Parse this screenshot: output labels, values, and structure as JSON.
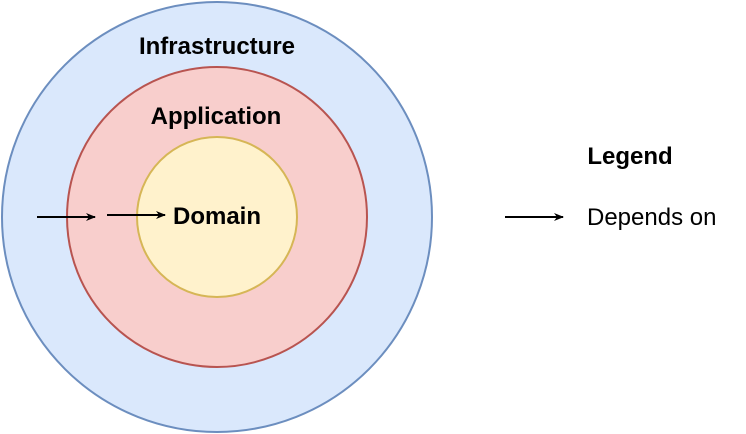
{
  "layers": {
    "infrastructure": {
      "label": "Infrastructure",
      "fill": "#dae8fc",
      "stroke": "#6c8ebf"
    },
    "application": {
      "label": "Application",
      "fill": "#f8cecc",
      "stroke": "#b85450"
    },
    "domain": {
      "label": "Domain",
      "fill": "#fff2cc",
      "stroke": "#d6b656"
    }
  },
  "legend": {
    "title": "Legend",
    "depends_on": "Depends on"
  }
}
